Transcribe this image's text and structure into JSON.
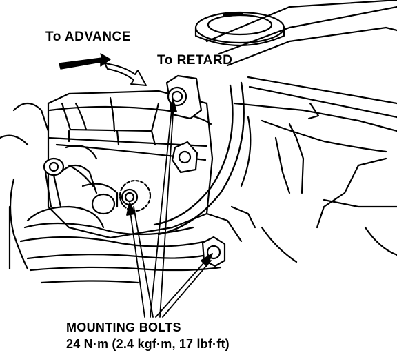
{
  "labels": {
    "advance": "To ADVANCE",
    "retard": "To RETARD",
    "mounting_bolts": "MOUNTING BOLTS",
    "torque": "24 N·m (2.4 kgf·m, 17 lbf·ft)"
  },
  "colors": {
    "ink": "#000000",
    "paper": "#ffffff"
  }
}
